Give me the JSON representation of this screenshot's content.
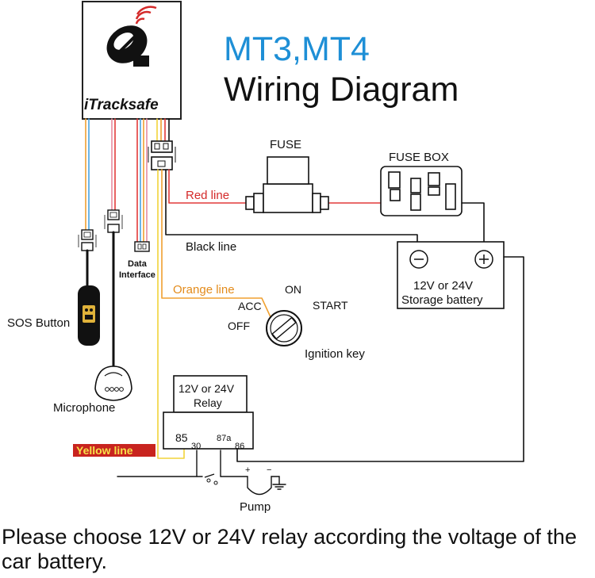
{
  "title": {
    "line1": "MT3,MT4",
    "line2": "Wiring Diagram"
  },
  "device": {
    "brand": "iTracksafe"
  },
  "labels": {
    "fuse": "FUSE",
    "fuse_box": "FUSE BOX",
    "red_line": "Red line",
    "black_line": "Black line",
    "orange_line": "Orange  line",
    "yellow_line": "Yellow  line",
    "data_interface_1": "Data",
    "data_interface_2": "Interface",
    "sos_button": "SOS Button",
    "microphone": "Microphone",
    "battery_1": "12V or 24V",
    "battery_2": "Storage battery",
    "ignition": {
      "acc": "ACC",
      "on": "ON",
      "start": "START",
      "off": "OFF",
      "caption": "Ignition key"
    },
    "relay": {
      "line1": "12V or 24V",
      "line2": "Relay",
      "pin85": "85",
      "pin30": "30",
      "pin87a": "87a",
      "pin86": "86"
    },
    "pump": "Pump",
    "pump_plus": "+",
    "pump_minus": "−"
  },
  "note": "Please choose 12V or 24V relay according the voltage of the car battery.",
  "colors": {
    "title_blue": "#1e8fd6",
    "red_wire": "#e23a3a",
    "orange_wire": "#f0a030",
    "yellow_wire": "#f2d33a",
    "blue_wire": "#4aa3e0",
    "pink_wire": "#e88aa0",
    "black_wire": "#111111",
    "yellow_label_bg": "#c8241f"
  }
}
